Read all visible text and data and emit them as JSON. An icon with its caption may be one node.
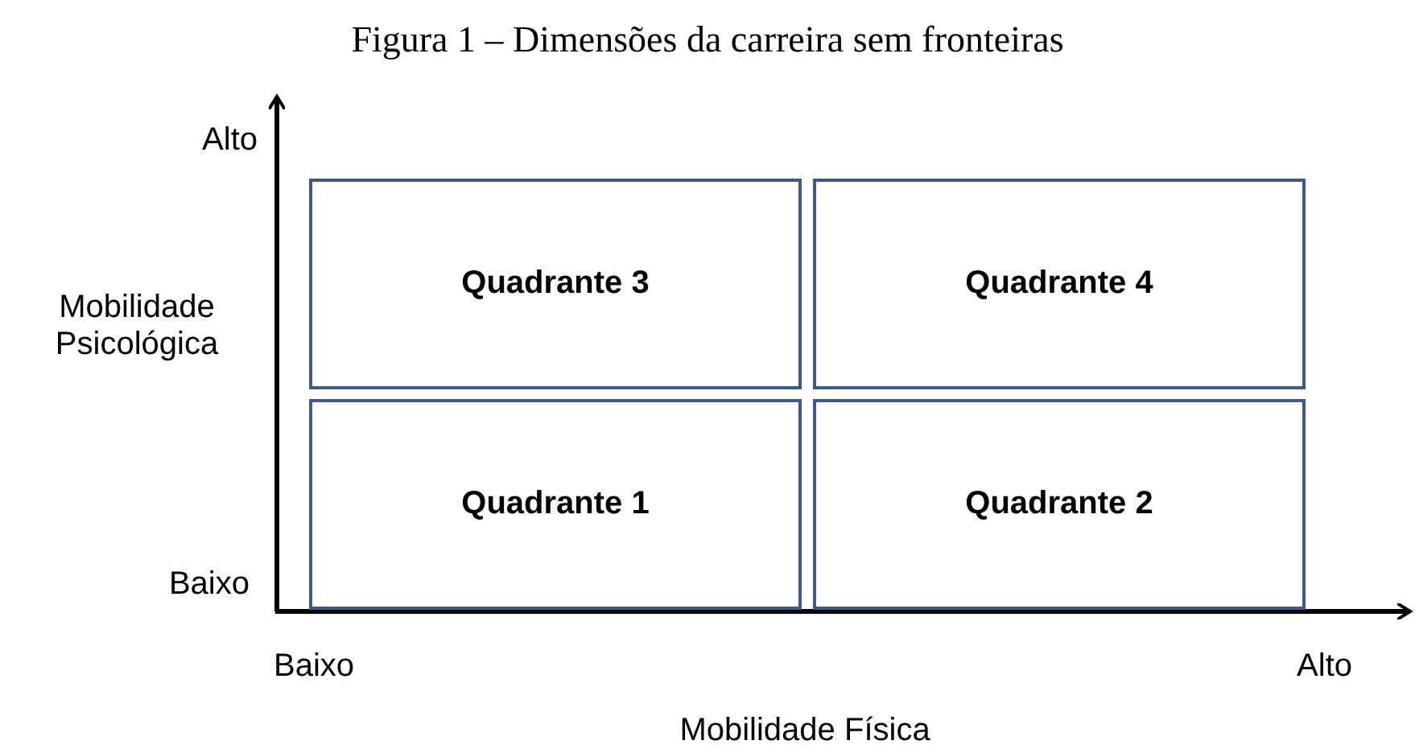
{
  "diagram": {
    "title": "Figura 1 – Dimensões da carreira sem fronteiras",
    "nodes": [
      {
        "text": [
          "Quadrante 3"
        ]
      },
      {
        "text": [
          "Quadrante 4"
        ]
      },
      {
        "text": [
          "Quadrante 1"
        ]
      },
      {
        "text": [
          "Quadrante 2"
        ]
      }
    ],
    "edges": [],
    "labels": [
      "Alto",
      "Mobilidade Psicológica",
      "Baixo",
      "Baixo",
      "Alto",
      "Mobilidade Física"
    ]
  }
}
